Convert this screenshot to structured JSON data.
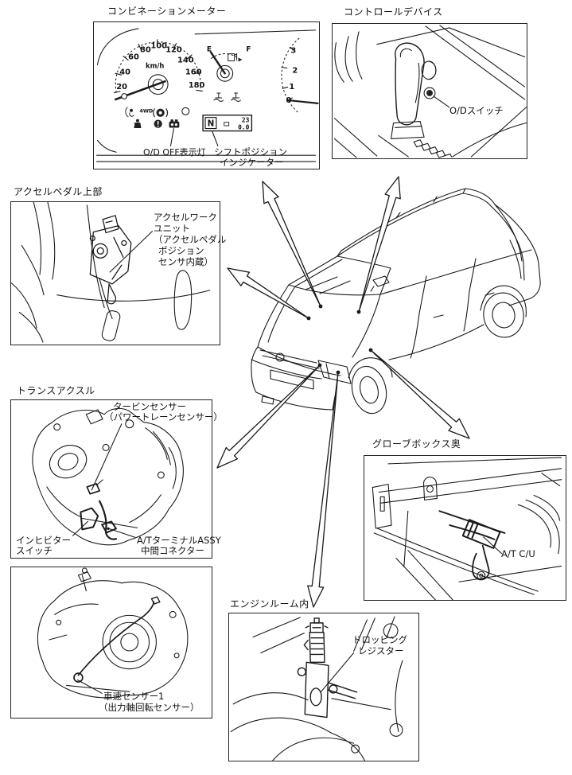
{
  "diagram": {
    "background": "#ffffff",
    "line_color": "#1a1a1a"
  },
  "panels": {
    "combination_meter": {
      "title": "コンビネーションメーター",
      "speedometer": {
        "unit": "km/h",
        "ticks": [
          "20",
          "40",
          "60",
          "80",
          "100",
          "120",
          "140",
          "160",
          "180"
        ]
      },
      "fuel_gauge": {
        "empty": "E",
        "full": "F"
      },
      "tachometer": {
        "ticks": [
          "3",
          "2",
          "1",
          "0"
        ]
      },
      "indicators": {
        "four_wd": "4WD"
      },
      "shift_display": {
        "gear": "N",
        "odometer": "23",
        "trip": "0.0"
      },
      "labels": {
        "od_off": "O/D OFF表示灯",
        "shift_position_line1": "シフトポジション",
        "shift_position_line2": "インジケーター"
      }
    },
    "control_device": {
      "title": "コントロールデバイス",
      "labels": {
        "od_switch": "O/Dスイッチ"
      }
    },
    "accelerator_pedal": {
      "title": "アクセルペダル上部",
      "labels": {
        "unit_line1": "アクセルワーク",
        "unit_line2": "ユニット",
        "unit_line3": "（アクセルペダル",
        "unit_line4": "ポジション",
        "unit_line5": "センサ内蔵）"
      }
    },
    "transaxle": {
      "title": "トランスアクスル",
      "labels": {
        "turbine_line1": "タービンセンサー",
        "turbine_line2": "（パワートレーンセンサー）",
        "inhibitor_line1": "インヒビター",
        "inhibitor_line2": "スイッチ",
        "terminal_line1": "A/TターミナルASSY",
        "terminal_line2": "中間コネクター",
        "speed_sensor_line1": "車速センサー1",
        "speed_sensor_line2": "（出力軸回転センサー）"
      }
    },
    "glove_box": {
      "title": "グローブボックス奥",
      "labels": {
        "at_cu": "A/T C/U"
      }
    },
    "engine_room": {
      "title": "エンジンルーム内",
      "labels": {
        "dropping_line1": "ドロッピング",
        "dropping_line2": "レジスター"
      }
    }
  }
}
